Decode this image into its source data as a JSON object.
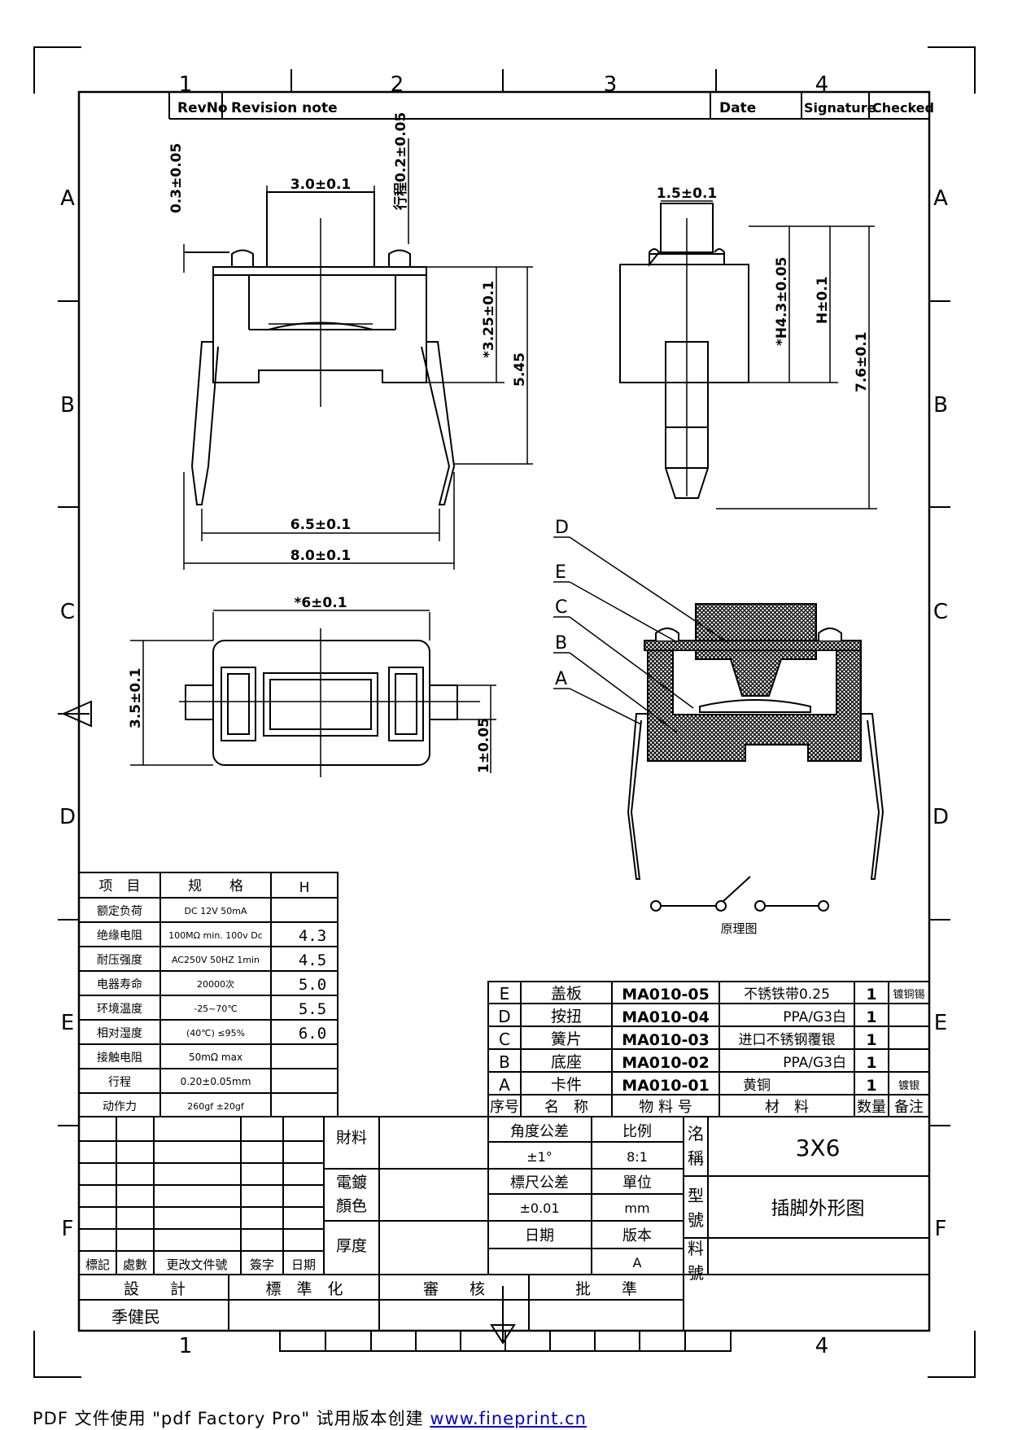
{
  "grid": {
    "columns": [
      "1",
      "2",
      "3",
      "4"
    ],
    "rows": [
      "A",
      "B",
      "C",
      "D",
      "E",
      "F"
    ]
  },
  "revision": {
    "headers": [
      "RevNo",
      "Revision note",
      "Date",
      "Signature",
      "Checked"
    ]
  },
  "dimensions": {
    "top_width": "3.0±0.1",
    "top_thickness": "0.3±0.05",
    "travel": "行程0.2±0.05",
    "body_h": "*3.25±0.1",
    "total_h": "5.45",
    "pin_pitch": "6.5±0.1",
    "overall_w": "8.0±0.1",
    "side_w": "1.5±0.1",
    "side_h1": "*H4.3±0.05",
    "side_h2": "H±0.1",
    "side_total": "7.6±0.1",
    "bottom_w": "*6±0.1",
    "bottom_h": "3.5±0.1",
    "pin_w": "1±0.05"
  },
  "section_labels": [
    "D",
    "E",
    "C",
    "B",
    "A"
  ],
  "schematic_label": "原理图",
  "spec_table": {
    "headers": [
      "项　目",
      "规　　格",
      "H"
    ],
    "rows": [
      {
        "item": "额定负荷",
        "spec": "DC 12V 50mA",
        "h": ""
      },
      {
        "item": "绝缘电阻",
        "spec": "100MΩ min. 100v Dc",
        "h": "4.3"
      },
      {
        "item": "耐压强度",
        "spec": "AC250V 50HZ 1min",
        "h": "4.5"
      },
      {
        "item": "电器寿命",
        "spec": "20000次",
        "h": "5.0"
      },
      {
        "item": "环境温度",
        "spec": "-25~70℃",
        "h": "5.5"
      },
      {
        "item": "相对湿度",
        "spec": "(40℃) ≤95%",
        "h": "6.0"
      },
      {
        "item": "接触电阻",
        "spec": "50mΩ max",
        "h": ""
      },
      {
        "item": "行程",
        "spec": "0.20±0.05mm",
        "h": ""
      },
      {
        "item": "动作力",
        "spec": "260gf ±20gf",
        "h": ""
      }
    ]
  },
  "bom": {
    "headers": [
      "序号",
      "名　称",
      "物 料 号",
      "材　料",
      "数量",
      "备注"
    ],
    "rows": [
      {
        "no": "E",
        "name": "盖板",
        "part": "MA010-05",
        "material": "不锈铁带0.25",
        "qty": "1",
        "note": "镀铜锡"
      },
      {
        "no": "D",
        "name": "按扭",
        "part": "MA010-04",
        "material": "PPA/G3白",
        "qty": "1",
        "note": ""
      },
      {
        "no": "C",
        "name": "簧片",
        "part": "MA010-03",
        "material": "进口不锈钢覆银",
        "qty": "1",
        "note": ""
      },
      {
        "no": "B",
        "name": "底座",
        "part": "MA010-02",
        "material": "PPA/G3白",
        "qty": "1",
        "note": ""
      },
      {
        "no": "A",
        "name": "卡件",
        "part": "MA010-01",
        "material": "黄铜",
        "qty": "1",
        "note": "镀银"
      }
    ]
  },
  "title_block": {
    "material_label": "財料",
    "plating_label_1": "電鍍",
    "plating_label_2": "顏色",
    "thickness_label": "厚度",
    "angle_tol_label": "角度公差",
    "angle_tol": "±1°",
    "scale_label": "比例",
    "scale": "8:1",
    "dim_tol_label": "標尺公差",
    "dim_tol": "±0.01",
    "unit_label": "單位",
    "unit": "mm",
    "date_label": "日期",
    "version_label": "版本",
    "version": "A",
    "name_label_1": "洺",
    "name_label_2": "稱",
    "name": "3X6",
    "model_label_1": "型",
    "model_label_2": "號",
    "model": "插脚外形图",
    "partno_label_1": "料",
    "partno_label_2": "號",
    "change_cols": [
      "標記",
      "處數",
      "更改文件號",
      "簽字",
      "日期"
    ],
    "design_label": "設　　計",
    "standard_label": "標　準　化",
    "review_label": "審　　核",
    "approve_label": "批　　準",
    "designer": "季健民"
  },
  "footer": {
    "text": "PDF 文件使用 \"pdf Factory Pro\" 试用版本创建 ",
    "link": "www.fineprint.cn"
  }
}
